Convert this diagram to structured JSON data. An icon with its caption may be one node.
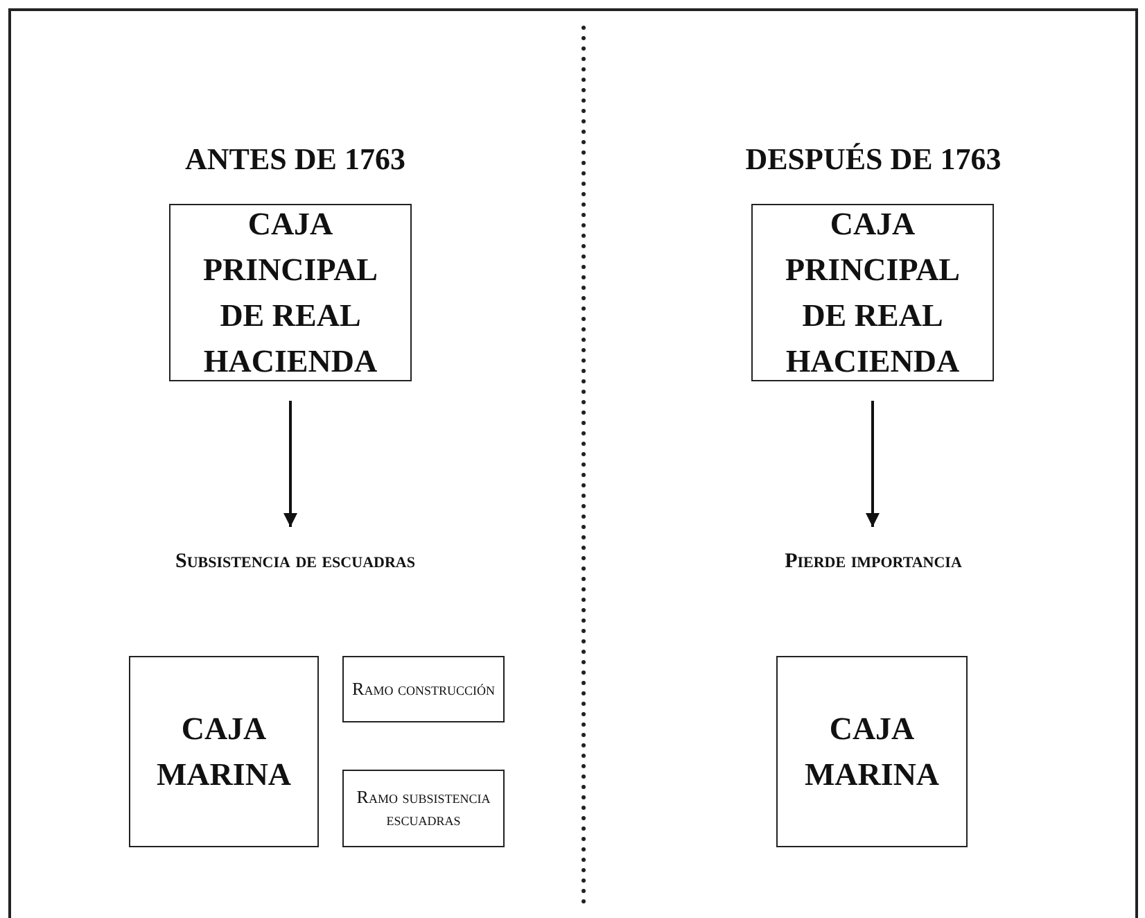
{
  "diagram": {
    "nodes": [
      {
        "text": [
          "CAJA PRINCIPAL DE REAL HACIENDA"
        ]
      },
      {
        "text": [
          "Subsistencia de escuadras"
        ]
      },
      {
        "text": [
          "CAJA MARINA"
        ]
      },
      {
        "text": [
          "Ramo construcción"
        ]
      },
      {
        "text": [
          "Ramo subsistencia escuadras"
        ]
      },
      {
        "text": [
          "CAJA PRINCIPAL DE REAL HACIENDA"
        ]
      },
      {
        "text": [
          "Pierde importancia"
        ]
      },
      {
        "text": [
          "CAJA MARINA"
        ]
      }
    ],
    "edges": [
      {
        "from": 0,
        "to": 1,
        "arrow": "to"
      },
      {
        "from": 5,
        "to": 6,
        "arrow": "to"
      }
    ],
    "labels": [
      "ANTES DE 1763",
      "DESPUÉS DE 1763"
    ]
  }
}
